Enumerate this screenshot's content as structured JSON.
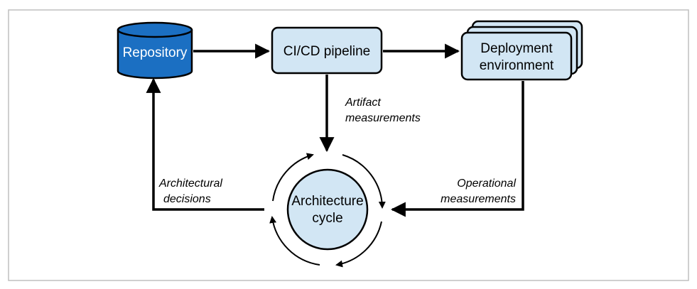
{
  "nodes": {
    "repository": {
      "label": "Repository"
    },
    "pipeline": {
      "label": "CI/CD pipeline"
    },
    "deployment": {
      "line1": "Deployment",
      "line2": "environment"
    },
    "architecture": {
      "line1": "Architecture",
      "line2": "cycle"
    }
  },
  "edges": {
    "artifact": {
      "line1": "Artifact",
      "line2": "measurements"
    },
    "operational": {
      "line1": "Operational",
      "line2": "measurements"
    },
    "decisions": {
      "line1": "Architectural",
      "line2": "decisions"
    }
  },
  "colors": {
    "repository_fill": "#1b6fc2",
    "box_fill": "#d2e6f4",
    "stroke": "#000000"
  }
}
